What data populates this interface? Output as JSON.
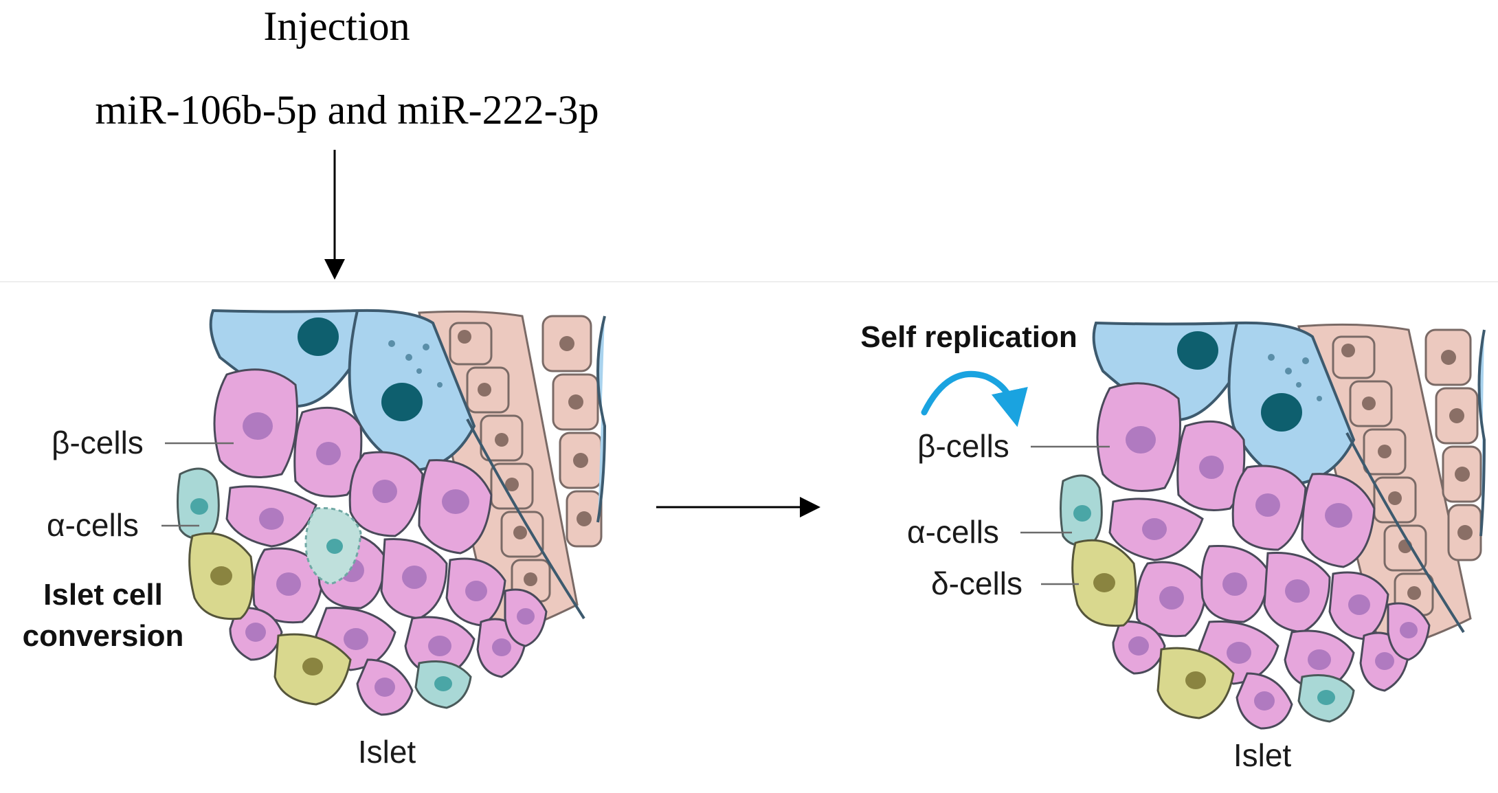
{
  "header": {
    "title": "Injection",
    "subtitle": "miR-106b-5p and miR-222-3p"
  },
  "left_panel": {
    "labels": {
      "beta": "β-cells",
      "alpha": "α-cells",
      "conversion_line1": "Islet cell",
      "conversion_line2": "conversion"
    },
    "caption": "Islet"
  },
  "right_panel": {
    "title": "Self replication",
    "labels": {
      "beta": "β-cells",
      "alpha": "α-cells",
      "delta": "δ-cells"
    },
    "caption": "Islet"
  },
  "colors": {
    "beta_cell": "#e6a6dc",
    "alpha_cell": "#a9d8d6",
    "delta_cell": "#d9d88e",
    "duct_cell": "#a9d3ee",
    "acinar_cell": "#ecc9bf",
    "replication_arrow": "#1aa3e0"
  }
}
